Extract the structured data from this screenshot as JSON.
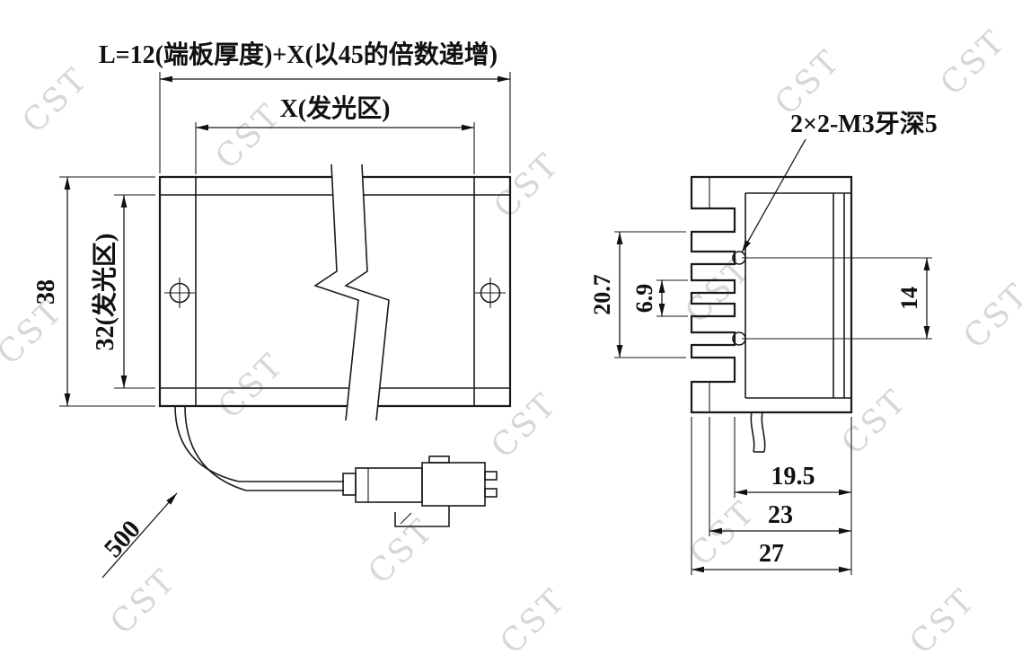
{
  "watermark": {
    "text": "CST",
    "color": "#d7d7d7"
  },
  "front_view": {
    "dim_total_length": "L=12(端板厚度)+X(以45的倍数递增)",
    "dim_luminous_width": "X(发光区)",
    "dim_height": "38",
    "dim_luminous_height": "32(发光区)",
    "dim_cable_length": "500"
  },
  "section_view": {
    "thread_callout": "2×2-M3牙深5",
    "dim_groove_span": "20.7",
    "dim_groove_gap": "6.9",
    "dim_hole_spacing": "14",
    "dim_window_width": "19.5",
    "dim_step_width": "23",
    "dim_overall_width": "27"
  }
}
